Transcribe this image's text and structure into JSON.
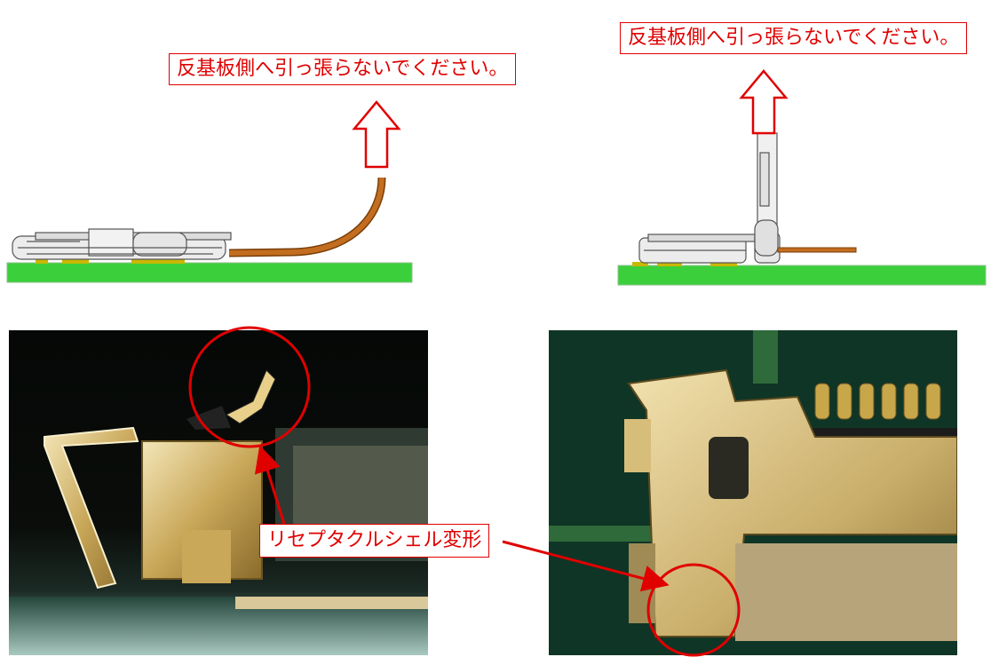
{
  "callouts": {
    "left_warning": "反基板側へ引っ張らないでください。",
    "right_warning": "反基板側へ引っ張らないでください。",
    "deformation": "リセプタクルシェル変形"
  },
  "colors": {
    "accent": "#e00000",
    "pcb_green": "#3ccf3c",
    "cable_brown": "#b8651a",
    "photo_dark": "#0d1410",
    "pcb_dark_green": "#123a24"
  }
}
